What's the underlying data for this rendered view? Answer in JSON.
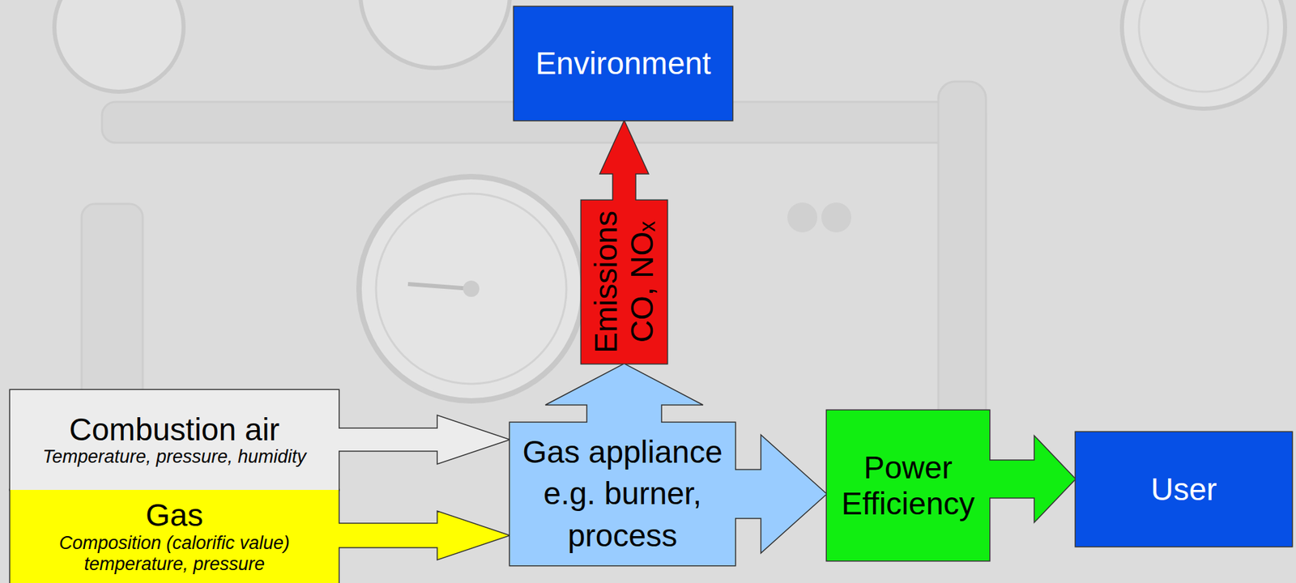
{
  "diagram": {
    "nodes": [
      {
        "text": [
          "Environment"
        ]
      },
      {
        "text": [
          "Emissions",
          "CO, NOₓ"
        ]
      },
      {
        "text": [
          "Combustion air",
          "Temperature, pressure, humidity"
        ]
      },
      {
        "text": [
          "Gas",
          "Composition (calorific value) temperature, pressure"
        ]
      },
      {
        "text": [
          "Gas appliance e.g. burner, process"
        ]
      },
      {
        "text": [
          "Power Efficiency"
        ]
      },
      {
        "text": [
          "User"
        ]
      }
    ],
    "edges": [
      {
        "from": 2,
        "to": 4,
        "arrow": "to"
      },
      {
        "from": 3,
        "to": 4,
        "arrow": "to"
      },
      {
        "from": 4,
        "to": 1,
        "arrow": "to"
      },
      {
        "from": 1,
        "to": 0,
        "arrow": "to"
      },
      {
        "from": 4,
        "to": 5,
        "arrow": "to"
      },
      {
        "from": 5,
        "to": 6,
        "arrow": "to"
      }
    ]
  }
}
